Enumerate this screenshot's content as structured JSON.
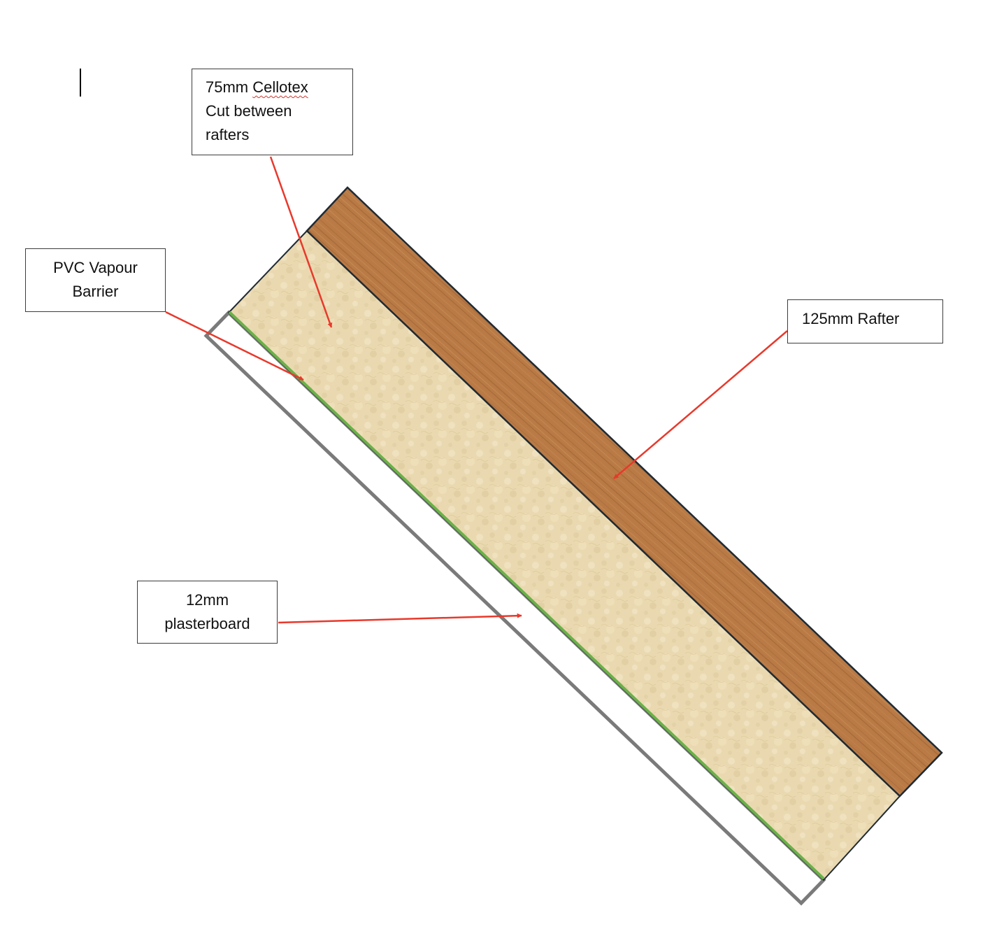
{
  "labels": {
    "cellotex": {
      "line1_prefix": "75mm ",
      "line1_word": "Cellotex",
      "line2": "Cut between",
      "line3": "rafters"
    },
    "vapour_barrier": {
      "line1": "PVC Vapour",
      "line2": "Barrier"
    },
    "rafter": {
      "line1": "125mm Rafter"
    },
    "plasterboard": {
      "line1": "12mm",
      "line2": "plasterboard"
    }
  },
  "layers": [
    {
      "name": "rafter",
      "material": "wood",
      "color": "#b97a45"
    },
    {
      "name": "cellotex",
      "material": "insulation",
      "color": "#ead9b0"
    },
    {
      "name": "vapour_barrier",
      "material": "pvc",
      "color": "#6bb04a"
    },
    {
      "name": "plasterboard",
      "material": "board",
      "color": "#ffffff",
      "outline": "#7a7a7a"
    }
  ],
  "colors": {
    "arrow": "#e8392c",
    "outline": "#1f2a33",
    "spellcheck": "#d0342c"
  }
}
